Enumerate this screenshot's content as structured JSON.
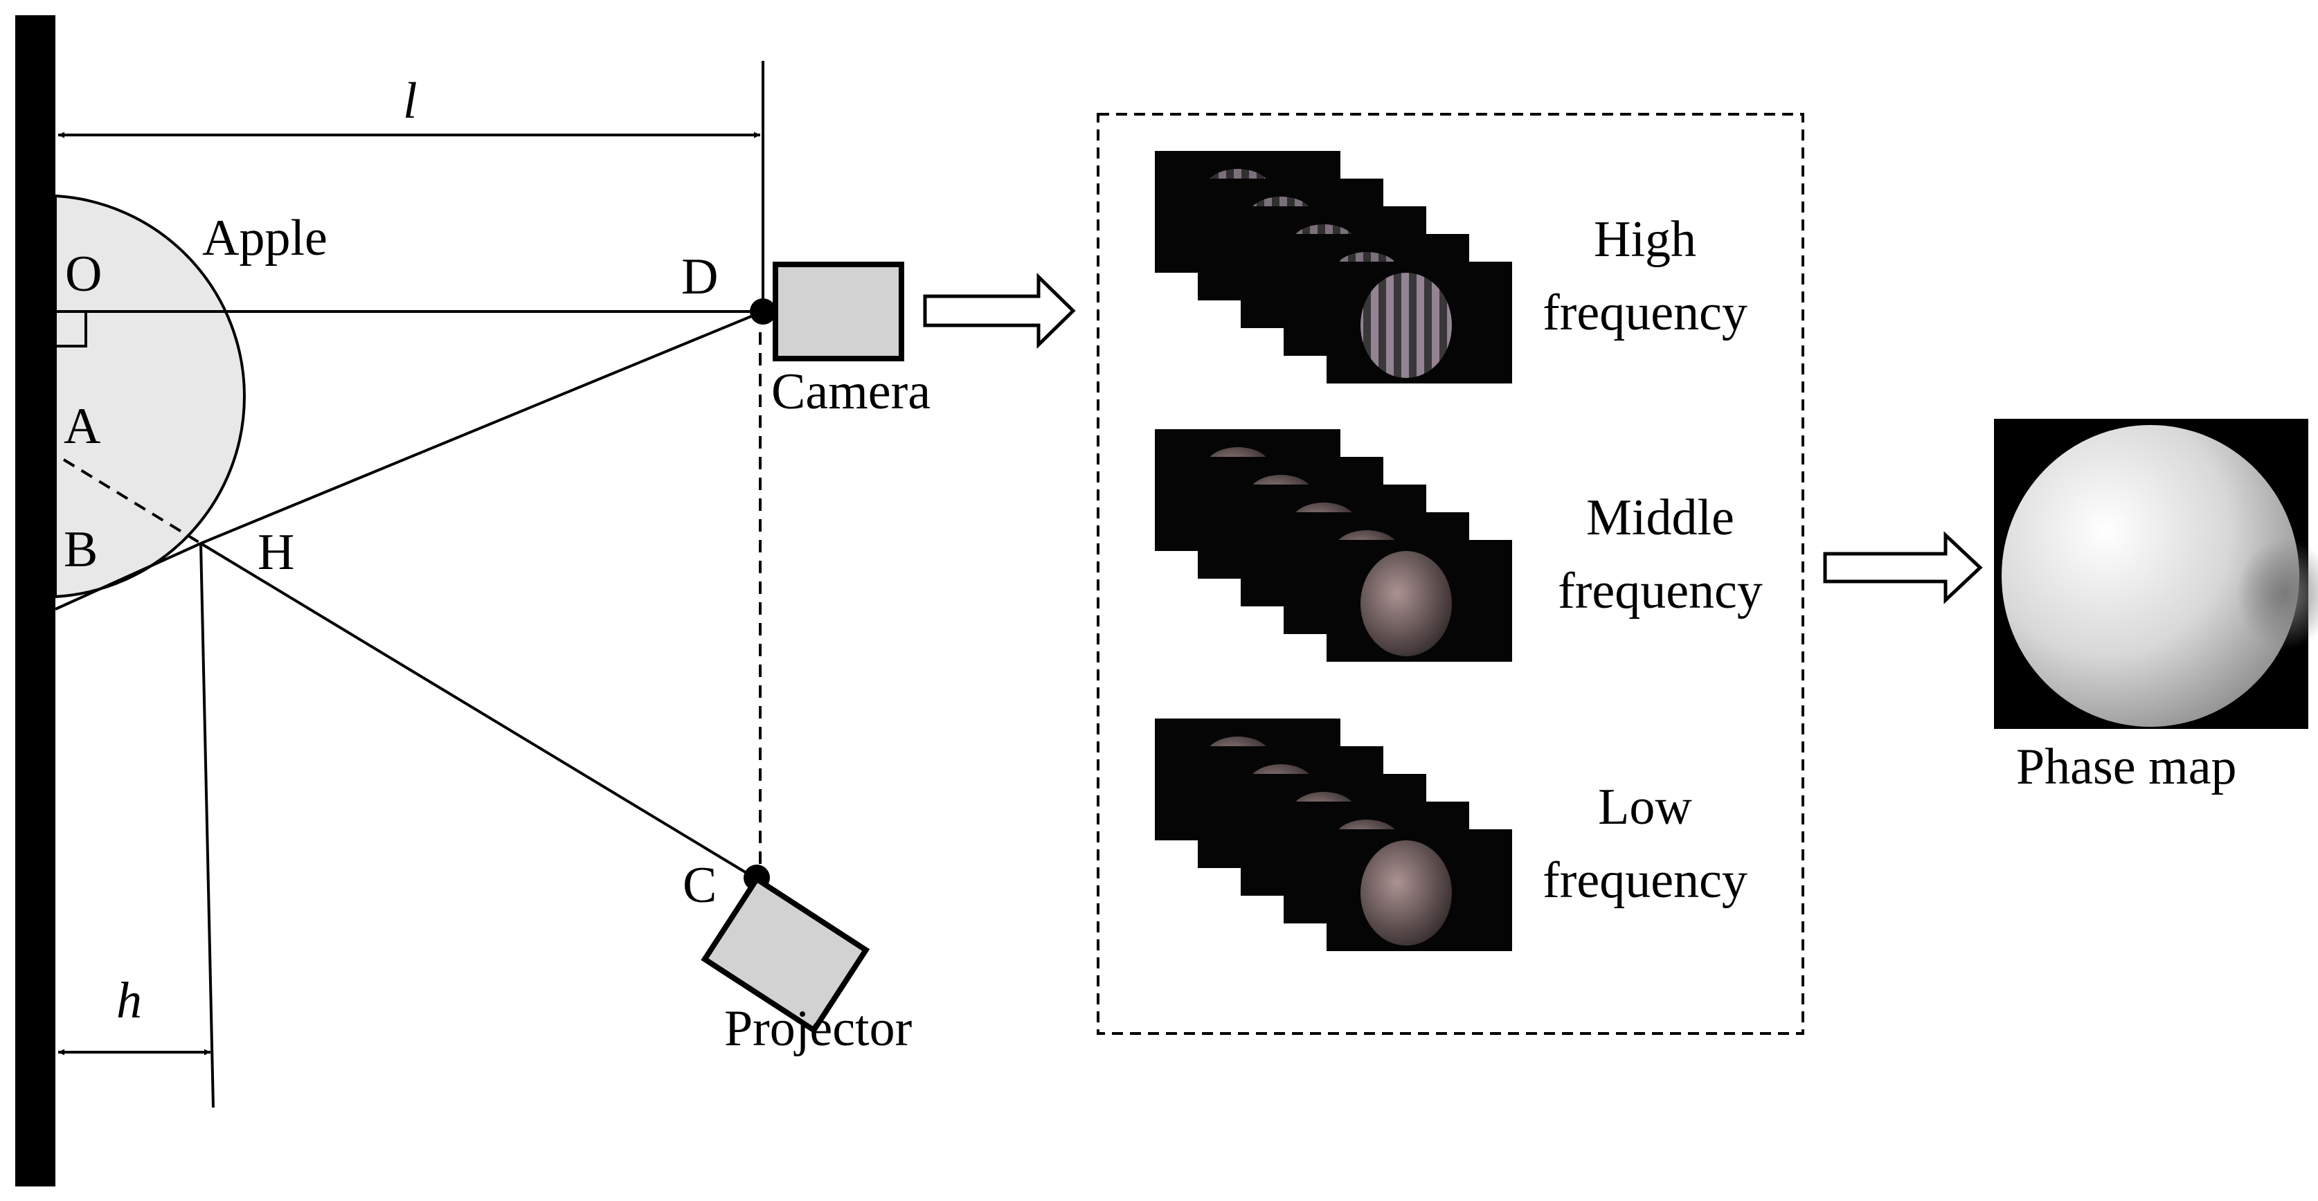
{
  "labels": {
    "apple": "Apple",
    "point_o": "O",
    "point_a": "A",
    "point_b": "B",
    "point_h": "H",
    "point_d": "D",
    "point_c": "C",
    "camera": "Camera",
    "projector": "Projector",
    "dim_l": "l",
    "dim_h": "h",
    "phase_map": "Phase map"
  },
  "fringe_groups": [
    {
      "line1": "High",
      "line2": "frequency"
    },
    {
      "line1": "Middle",
      "line2": "frequency"
    },
    {
      "line1": "Low",
      "line2": "frequency"
    }
  ],
  "colors": {
    "ink": "#000000",
    "apple_fill": "#e8e8e8",
    "device_fill": "#d2d2d2",
    "frame_bg": "#050505"
  }
}
